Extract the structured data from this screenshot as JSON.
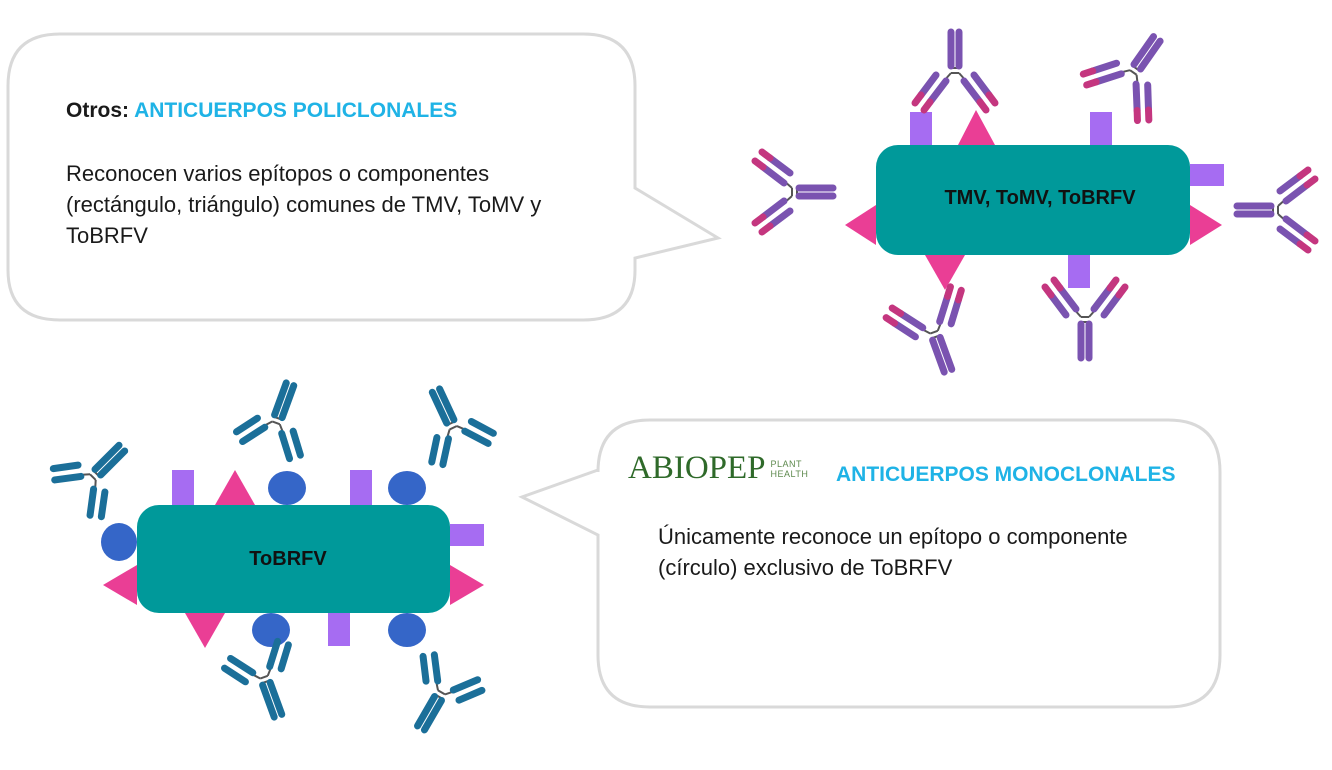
{
  "top_callout": {
    "prefix": "Otros: ",
    "heading": "ANTICUERPOS POLICLONALES",
    "body": "Reconocen varios epítopos o componentes (rectángulo, triángulo) comunes de TMV, ToMV y ToBRFV"
  },
  "top_virus": {
    "label": "TMV, ToMV, ToBRFV"
  },
  "bottom_callout": {
    "logo_word": "ABIOPEP",
    "logo_plant": "PLANT",
    "logo_health": "HEALTH",
    "heading": "ANTICUERPOS MONOCLONALES",
    "body": "Únicamente reconoce un epítopo o componente (círculo) exclusivo de ToBRFV"
  },
  "bottom_virus": {
    "label": "ToBRFV"
  },
  "colors": {
    "virus_fill": "#00999a",
    "epitope_rect": "#a66cf2",
    "epitope_triangle": "#ea3e95",
    "epitope_circle": "#3566c8",
    "polyclonal_antibody": "#7a53b0",
    "polyclonal_accent": "#c4367f",
    "monoclonal_antibody": "#1b6f99",
    "heading": "#1fb3e6",
    "bubble_border": "#d9d9d9"
  }
}
